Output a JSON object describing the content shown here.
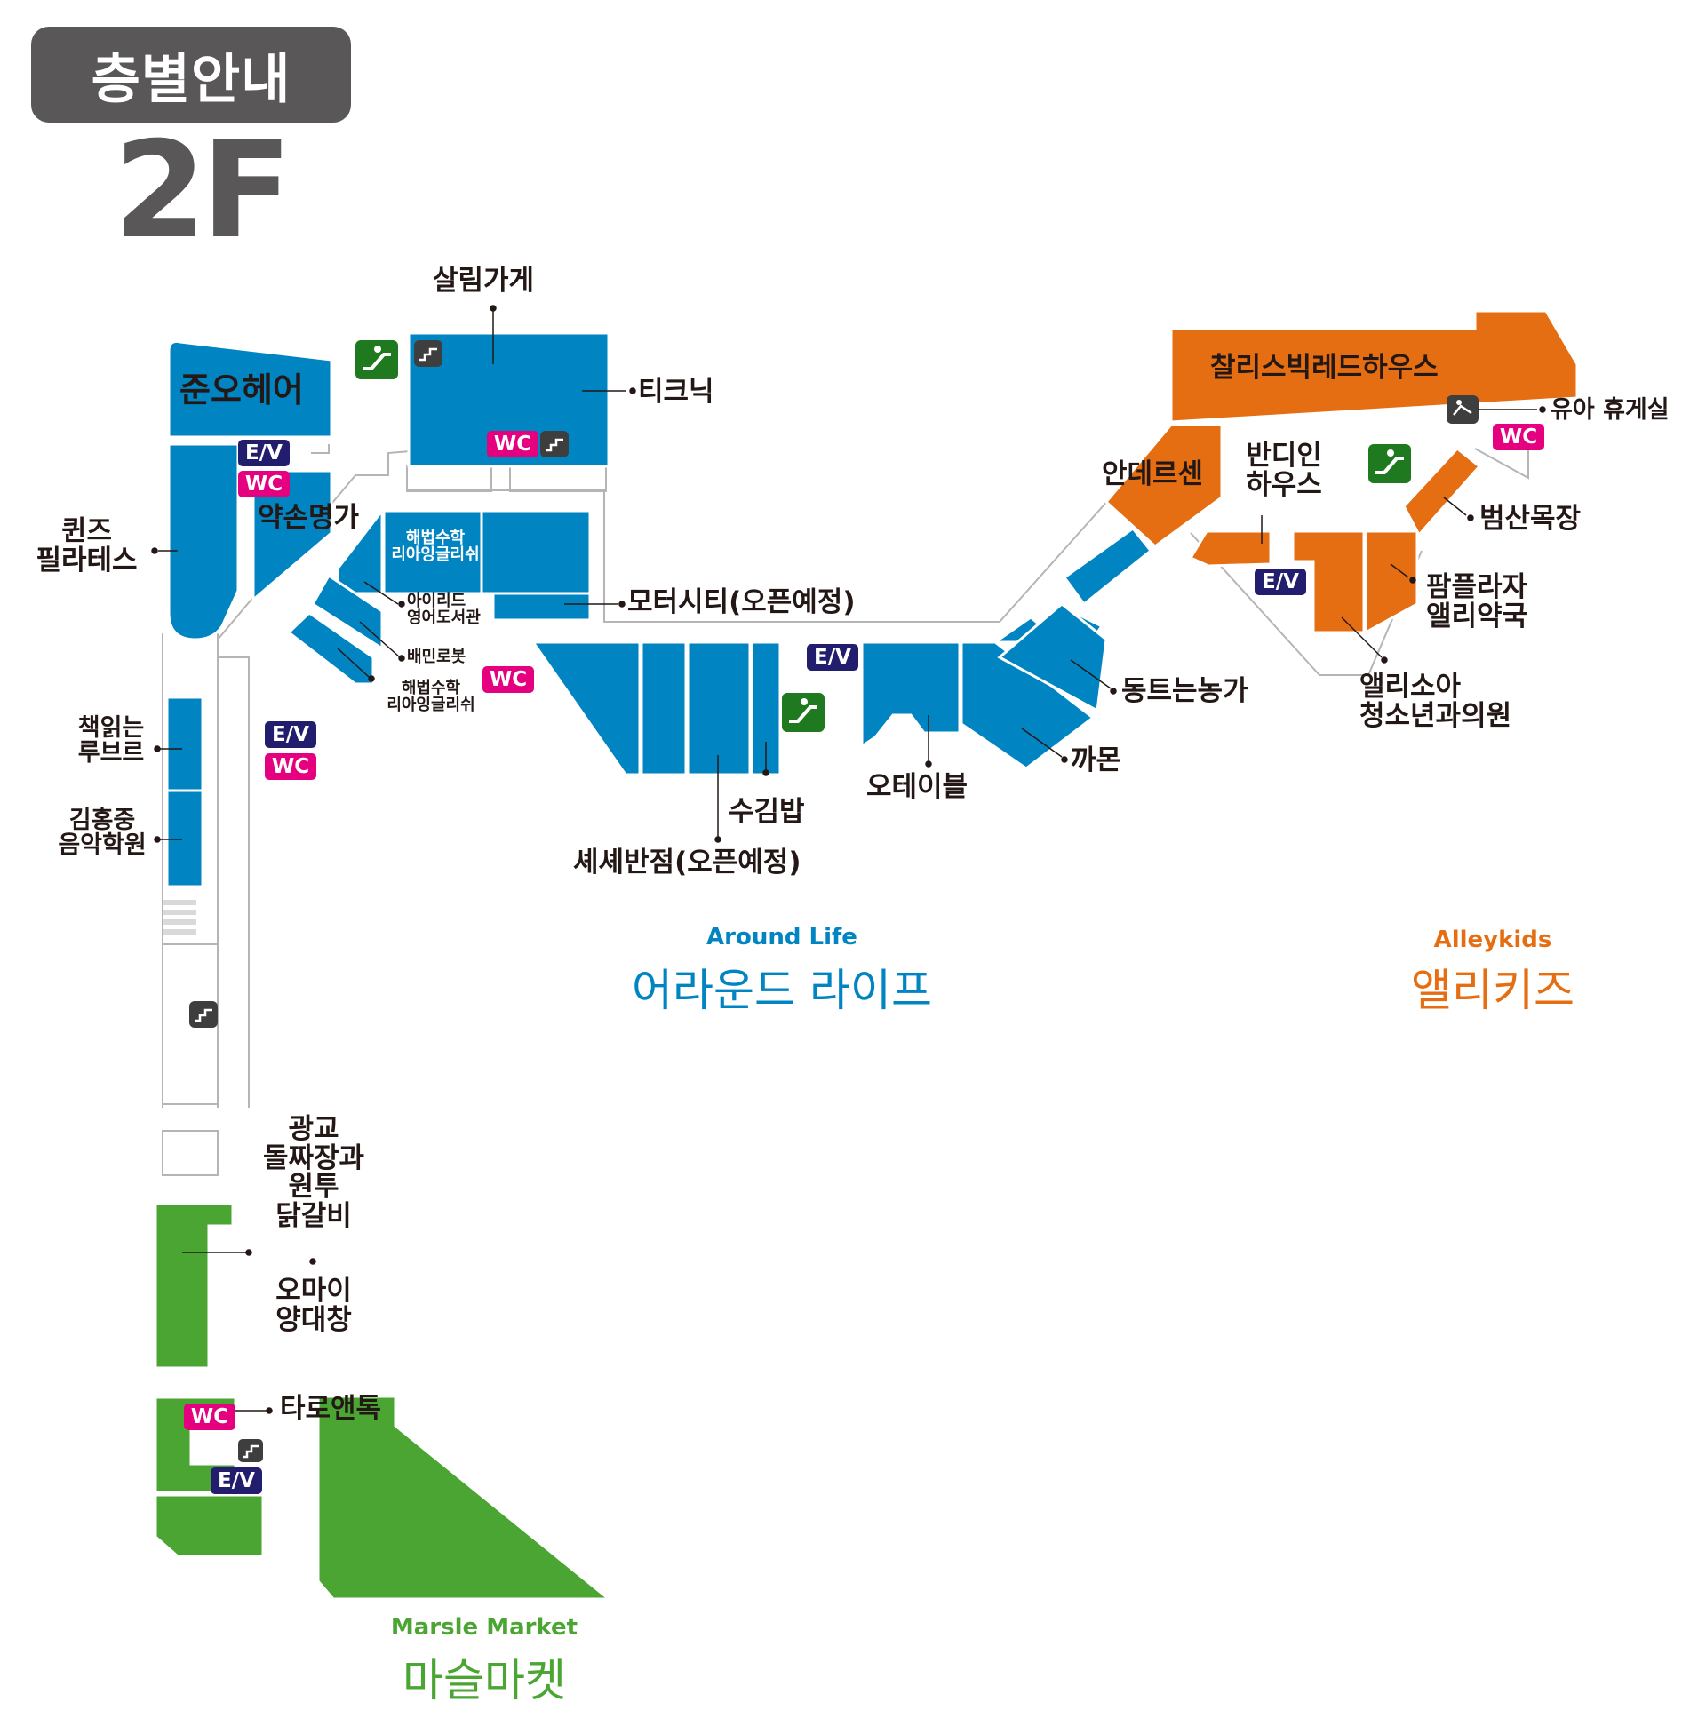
{
  "header": {
    "title": "층별안내",
    "floor": "2F"
  },
  "colors": {
    "around_life": "#0084c2",
    "alleykids": "#e66e12",
    "marsle_market": "#4aa533",
    "ev_badge": "#231d6e",
    "wc_badge": "#e4007f",
    "escalator": "#1f7a1f",
    "stairs": "#3e3e3e",
    "text": "#231815"
  },
  "icons": [
    "escalator-icon",
    "stairs-icon",
    "nursing-room-icon"
  ],
  "stores": {
    "salim": "살림가게",
    "junoh": "준오헤어",
    "ticnic": "티크닉",
    "queens_l1": "퀸즈",
    "queens_l2": "필라테스",
    "yakson": "약손명가",
    "haebeop_a_l1": "해법수학",
    "haebeop_a_l2": "리아잉글리쉬",
    "ireed_l1": "아이리드",
    "ireed_l2": "영어도서관",
    "baemin": "배민로봇",
    "haebeop_b_l1": "해법수학",
    "haebeop_b_l2": "리아잉글리쉬",
    "motor": "모터시티(오픈예정)",
    "book_l1": "책읽는",
    "book_l2": "루브르",
    "music_l1": "김홍중",
    "music_l2": "음악학원",
    "sugim": "수김밥",
    "shesh": "셰셰반점(오픈예정)",
    "otable": "오테이블",
    "kkamon": "까몬",
    "dongteun": "동트는농가",
    "charles": "찰리스빅레드하우스",
    "baby_room": "유아 휴게실",
    "andersen": "안데르센",
    "bandi_l1": "반디인",
    "bandi_l2": "하우스",
    "beomsan": "범산목장",
    "palm_l1": "팜플라자",
    "palm_l2": "앨리약국",
    "ally_l1": "앨리소아",
    "ally_l2": "청소년과의원",
    "gwanggyo_l1": "광교",
    "gwanggyo_l2": "돌짜장과",
    "gwanggyo_l3": "원투",
    "gwanggyo_l4": "닭갈비",
    "omai_l1": "오마이",
    "omai_l2": "양대창",
    "taro": "타로앤톡"
  },
  "facilities": {
    "ev": "E/V",
    "wc": "WC"
  },
  "zones": {
    "around_life": {
      "en": "Around Life",
      "ko": "어라운드 라이프"
    },
    "alleykids": {
      "en": "Alleykids",
      "ko": "앨리키즈"
    },
    "marsle": {
      "en": "Marsle Market",
      "ko": "마슬마켓"
    }
  }
}
